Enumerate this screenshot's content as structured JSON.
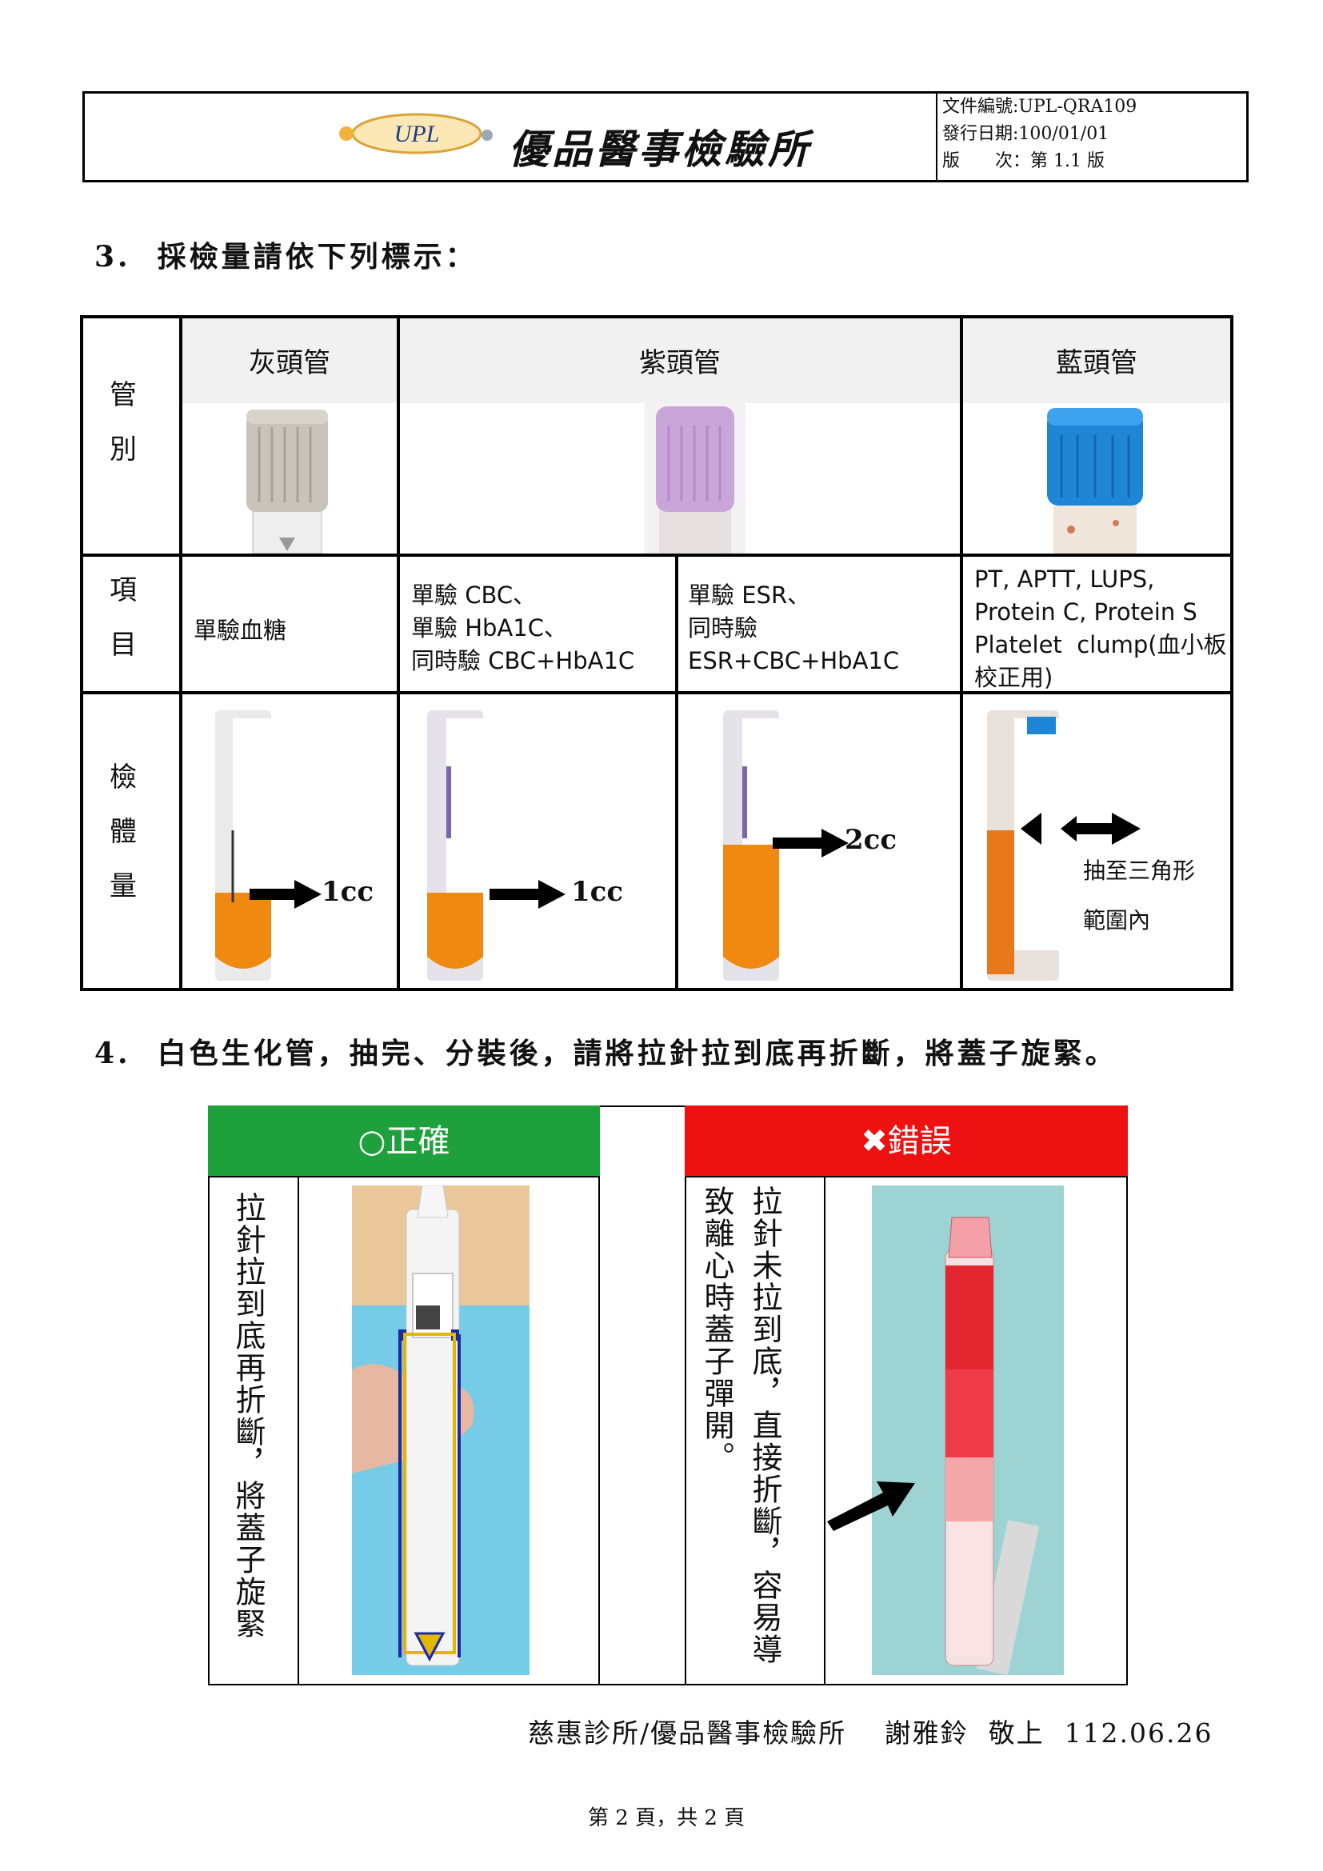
{
  "header": {
    "logo_text": "UPL",
    "company": "優品醫事檢驗所",
    "doc_no": "文件編號:UPL-QRA109",
    "issue_date": "發行日期:100/01/01",
    "version": "版　　次：第 1.1 版"
  },
  "section3": {
    "title": "3.  採檢量請依下列標示：",
    "row_labels": {
      "tube": "管別",
      "items": "項目",
      "volume": "檢體量"
    },
    "columns": [
      {
        "head": "灰頭管"
      },
      {
        "head": "紫頭管"
      },
      {
        "head": "藍頭管"
      }
    ],
    "items": [
      "單驗血糖",
      "單驗 CBC、\n單驗 HbA1C、\n同時驗 CBC+HbA1C",
      "單驗 ESR、\n同時驗\nESR+CBC+HbA1C",
      "PT, APTT, LUPS,\nProtein C, Protein S\nPlatelet  clump(血小板\n校正用)"
    ],
    "volumes": [
      "1cc",
      "1cc",
      "2cc",
      "抽至三角形\n範圍內"
    ],
    "colors": {
      "gray_cap": "#c8c4bb",
      "purple_cap": "#c9a6d8",
      "blue_cap": "#1f86d6",
      "blood": "#f0890f"
    }
  },
  "section4": {
    "title": "4.  白色生化管，抽完、分裝後，請將拉針拉到底再折斷，將蓋子旋緊。",
    "correct_label": "○正確",
    "wrong_label": "✖錯誤",
    "correct_text": "拉針拉到底再折斷，將蓋子旋緊",
    "wrong_text_col1": "拉針未拉到底，直接折斷，容易導",
    "wrong_text_col2": "致離心時蓋子彈開。",
    "colors": {
      "correct": "#1ea13c",
      "wrong": "#ee1111"
    }
  },
  "footer": {
    "signature": "慈惠診所/優品醫事檢驗所　 謝雅鈴  敬上  112.06.26",
    "page": "第 2 頁，共 2 頁"
  }
}
